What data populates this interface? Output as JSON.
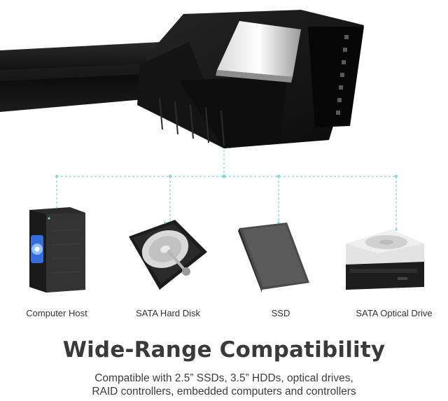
{
  "devices": [
    {
      "label": "Computer Host",
      "icon": "computer-tower-icon"
    },
    {
      "label": "SATA Hard Disk",
      "icon": "hard-disk-icon"
    },
    {
      "label": "SSD",
      "icon": "ssd-icon"
    },
    {
      "label": "SATA Optical Drive",
      "icon": "optical-drive-icon"
    }
  ],
  "headline": "Wide-Range Compatibility",
  "description": {
    "line1": "Compatible with 2.5” SSDs, 3.5” HDDs, optical drives,",
    "line2": "RAID controllers, embedded computers and controllers"
  },
  "colors": {
    "connector_line": "#7fd3dc",
    "cable": "#111111",
    "headline": "#3a3a3a",
    "led_blue": "#3d7bff"
  }
}
